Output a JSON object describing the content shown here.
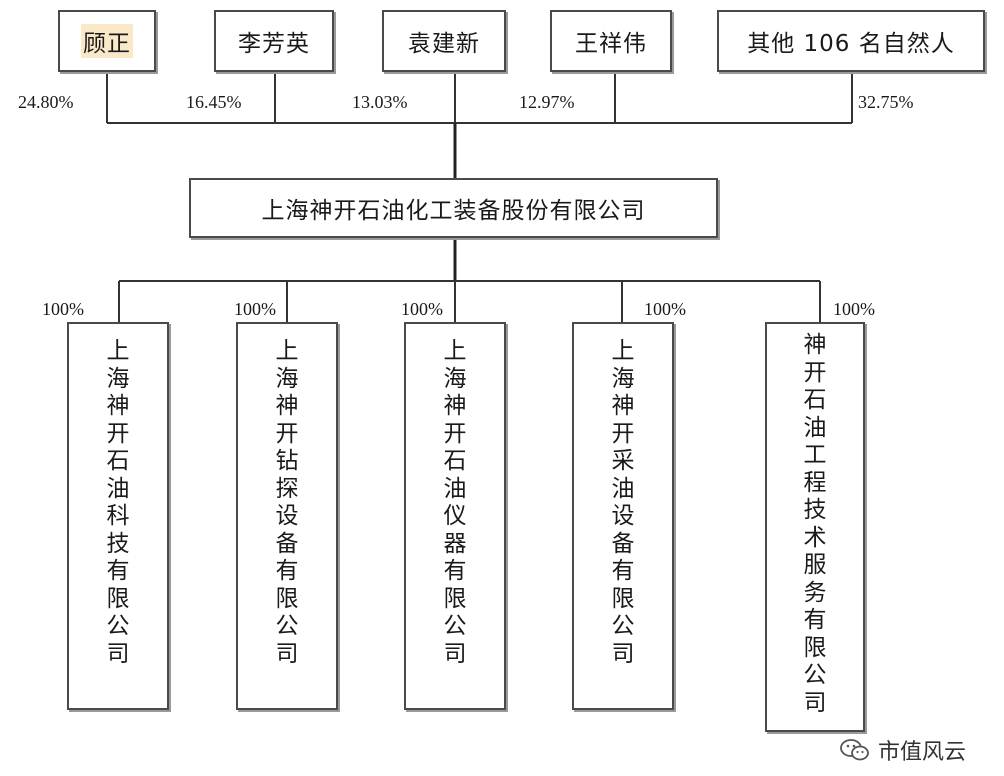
{
  "shareholders": [
    {
      "name": "顾正",
      "pct": "24.80%"
    },
    {
      "name": "李芳英",
      "pct": "16.45%"
    },
    {
      "name": "袁建新",
      "pct": "13.03%"
    },
    {
      "name": "王祥伟",
      "pct": "12.97%"
    },
    {
      "name": "其他 106 名自然人",
      "pct": "32.75%"
    }
  ],
  "parent": {
    "name": "上海神开石油化工装备股份有限公司"
  },
  "subsidiaries": [
    {
      "name": "上海神开石油科技有限公司",
      "pct": "100%"
    },
    {
      "name": "上海神开钻探设备有限公司",
      "pct": "100%"
    },
    {
      "name": "上海神开石油仪器有限公司",
      "pct": "100%"
    },
    {
      "name": "上海神开采油设备有限公司",
      "pct": "100%"
    },
    {
      "name": "神开石油工程技术服务有限公司",
      "pct": "100%"
    }
  ],
  "watermark": {
    "text": "市值风云",
    "icon": "wechat-icon"
  }
}
